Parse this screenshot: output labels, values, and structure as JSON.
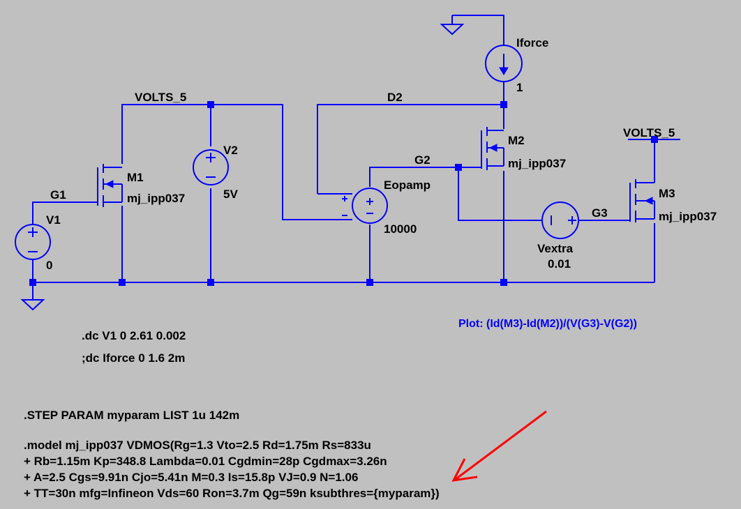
{
  "net_labels": {
    "volts5_top": "VOLTS_5",
    "volts5_right": "VOLTS_5",
    "d2": "D2",
    "g1": "G1",
    "g2": "G2",
    "g3": "G3"
  },
  "components": {
    "m1": {
      "name": "M1",
      "model": "mj_ipp037"
    },
    "m2": {
      "name": "M2",
      "model": "mj_ipp037"
    },
    "m3": {
      "name": "M3",
      "model": "mj_ipp037"
    },
    "v1": {
      "name": "V1",
      "value": "0"
    },
    "v2": {
      "name": "V2",
      "value": "5V"
    },
    "eopamp": {
      "name": "Eopamp",
      "value": "10000"
    },
    "vextra": {
      "name": "Vextra",
      "value": "0.01"
    },
    "iforce": {
      "name": "Iforce",
      "value": "1"
    }
  },
  "plot_expression": "Plot:  (Id(M3)-Id(M2))/(V(G3)-V(G2))",
  "directives": {
    "dc": ".dc V1 0 2.61 0.002",
    "dc_comment": ";dc Iforce 0 1.6 2m",
    "step": ".STEP  PARAM  myparam  LIST  1u   142m",
    "model_lines": [
      ".model mj_ipp037 VDMOS(Rg=1.3 Vto=2.5 Rd=1.75m Rs=833u",
      "+  Rb=1.15m Kp=348.8 Lambda=0.01 Cgdmin=28p Cgdmax=3.26n",
      "+  A=2.5 Cgs=9.91n Cjo=5.41n M=0.3 Is=15.8p VJ=0.9 N=1.06",
      "+  TT=30n mfg=Infineon Vds=60 Ron=3.7m Qg=59n ksubthres={myparam})"
    ]
  },
  "colors": {
    "background": "#c0c0c0",
    "wire": "#0000ff",
    "text": "#000000",
    "annotation_arrow": "#ff0000"
  }
}
